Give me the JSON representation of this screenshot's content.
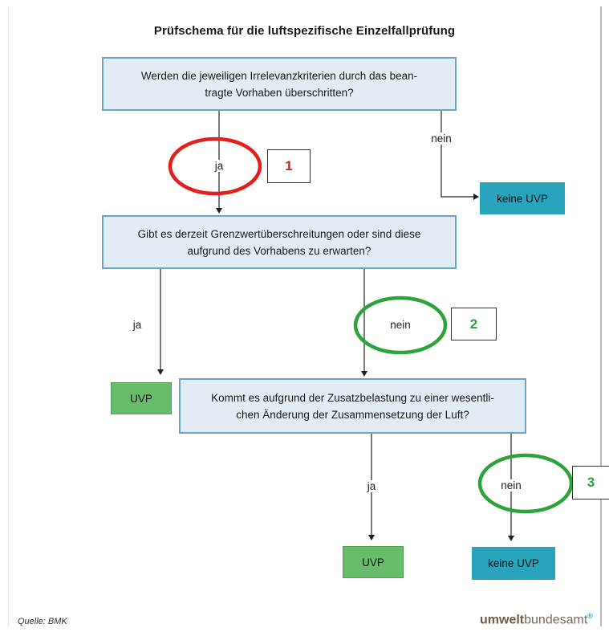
{
  "title": "Prüfschema für die luftspezifische Einzelfallprüfung",
  "q1": {
    "line1": "Werden die jeweiligen Irrelevanzkriterien durch das bean-",
    "line2": "tragte Vorhaben überschritten?"
  },
  "q2": {
    "line1": "Gibt es derzeit Grenzwertüberschreitungen oder sind diese",
    "line2": "aufgrund des Vorhabens zu erwarten?"
  },
  "q3": {
    "line1": "Kommt es aufgrund der Zusatzbelastung zu einer wesentli-",
    "line2": "chen Änderung der Zusammensetzung der Luft?"
  },
  "results": {
    "keine_uvp_1": "keine UVP",
    "uvp_1": "UVP",
    "uvp_2": "UVP",
    "keine_uvp_2": "keine UVP"
  },
  "labels": {
    "ja_1": "ja",
    "nein_1": "nein",
    "ja_2": "ja",
    "nein_2": "nein",
    "ja_3": "ja",
    "nein_3": "nein"
  },
  "annotations": {
    "n1": "1",
    "n2": "2",
    "n3": "3"
  },
  "footer": {
    "source": "Quelle: BMK",
    "logo_bold": "umwelt",
    "logo_rest": "bundesamt",
    "logo_mark": "®"
  },
  "colors": {
    "question_fill": "#e3ecf4",
    "question_border": "#6aa4c6",
    "teal": "#2aa3bd",
    "green": "#67bc6a",
    "red_ring": "#e41d1d",
    "green_ring": "#2ca43a"
  }
}
